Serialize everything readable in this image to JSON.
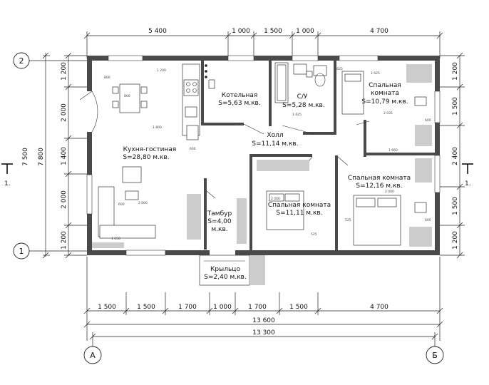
{
  "dims_top": [
    "5 400",
    "1 000",
    "1 500",
    "1 000",
    "4 700"
  ],
  "dims_bottom": [
    "1 500",
    "1 500",
    "1 700",
    "1 000",
    "1 700",
    "1 500",
    "4 700"
  ],
  "total_inner": "13 600",
  "total_outer": "13 300",
  "dims_left": [
    "1 200",
    "2 000",
    "1 400",
    "2 000",
    "1 200"
  ],
  "overall_left": "7 800",
  "overall_left2": "7 500",
  "dims_right": [
    "1 200",
    "1 500",
    "2 400",
    "1 500",
    "1 200"
  ],
  "axes": {
    "top": "2",
    "bottom": "1",
    "left": "А",
    "right": "Б"
  },
  "section_label": "1.",
  "rooms": {
    "kitchen": {
      "name": "Кухня-гостиная",
      "area": "S=28,80 м.кв."
    },
    "boiler": {
      "name": "Котельная",
      "area": "S=5,63 м.кв."
    },
    "bath": {
      "name": "С/У",
      "area": "S=5,28 м.кв."
    },
    "bed1": {
      "name": "Спальная",
      "name2": "комната",
      "area": "S=10,79 м.кв."
    },
    "hall": {
      "name": "Холл",
      "area": "S=11,14 м.кв."
    },
    "bed2": {
      "name": "Спальная комната",
      "area": "S=12,16 м.кв."
    },
    "bed3": {
      "name": "Спальная комната",
      "area": "S=11,11 м.кв."
    },
    "vestibule": {
      "name": "Тамбур",
      "area": "S=4,00",
      "unit": "м.кв."
    },
    "porch": {
      "name": "Крыльцо",
      "area": "S=2,40 м.кв."
    }
  }
}
